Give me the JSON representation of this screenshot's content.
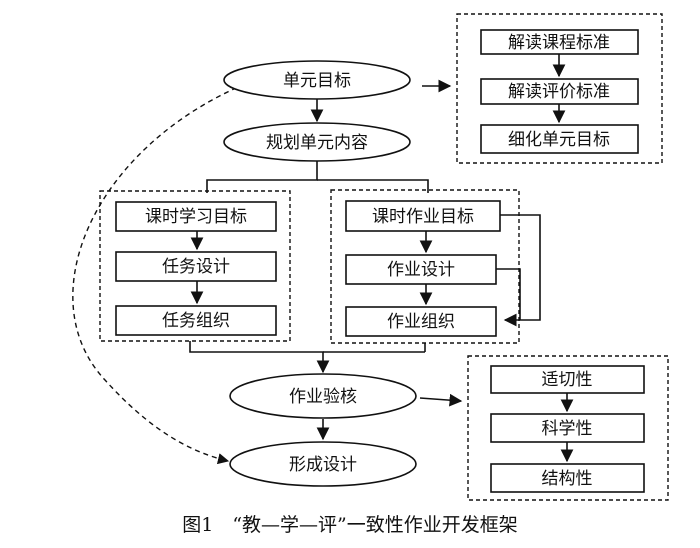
{
  "nodes": {
    "unit_goal": "单元目标",
    "plan_content": "规划单元内容",
    "read_curriculum": "解读课程标准",
    "read_evaluation": "解读评价标准",
    "refine_goal": "细化单元目标",
    "lesson_learning_goal": "课时学习目标",
    "task_design": "任务设计",
    "task_organization": "任务组织",
    "lesson_homework_goal": "课时作业目标",
    "homework_design": "作业设计",
    "homework_organization": "作业组织",
    "homework_review": "作业验核",
    "final_design": "形成设计",
    "suitability": "适切性",
    "scientificity": "科学性",
    "structurality": "结构性"
  },
  "caption": "图1　“教—学—评”一致性作业开发框架"
}
